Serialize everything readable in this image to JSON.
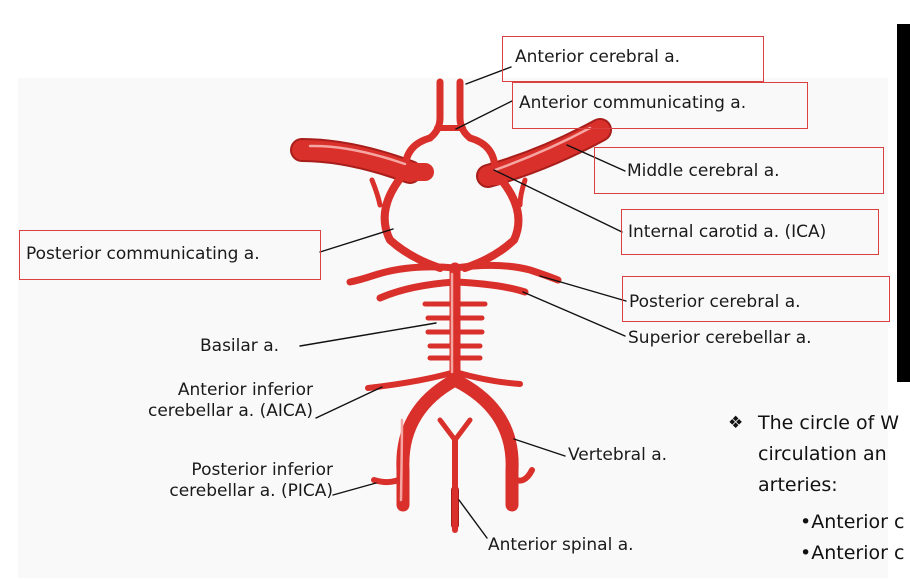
{
  "labels": {
    "anterior_cerebral": "Anterior cerebral a.",
    "anterior_communicating": "Anterior communicating a.",
    "middle_cerebral": "Middle cerebral a.",
    "internal_carotid": "Internal carotid a. (ICA)",
    "posterior_communicating": "Posterior communicating a.",
    "posterior_cerebral": "Posterior cerebral a.",
    "superior_cerebellar": "Superior cerebellar a.",
    "basilar": "Basilar a.",
    "aica": "Anterior inferior cerebellar a. (AICA)",
    "pica": "Posterior inferior cerebellar a. (PICA)",
    "vertebral": "Vertebral a.",
    "anterior_spinal": "Anterior spinal a."
  },
  "notes": {
    "bullet": "❖",
    "lines": [
      "The circle of W",
      "circulation an",
      "arteries:"
    ],
    "sub_items": [
      "•Anterior c",
      "•Anterior c"
    ]
  },
  "colors": {
    "artery": "#d9302b",
    "artery_dark": "#a81e1a",
    "highlight_box": "#d94040"
  }
}
